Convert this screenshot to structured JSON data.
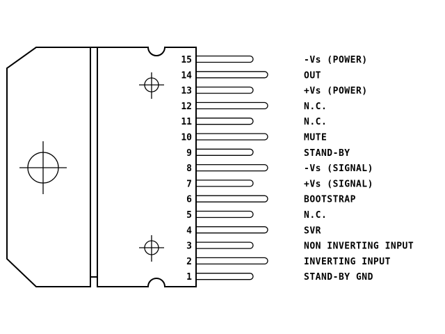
{
  "pins": [
    {
      "number": "15",
      "name": "-Vs (POWER)",
      "lead": "short"
    },
    {
      "number": "14",
      "name": "OUT",
      "lead": "long"
    },
    {
      "number": "13",
      "name": "+Vs (POWER)",
      "lead": "short"
    },
    {
      "number": "12",
      "name": "N.C.",
      "lead": "long"
    },
    {
      "number": "11",
      "name": "N.C.",
      "lead": "short"
    },
    {
      "number": "10",
      "name": "MUTE",
      "lead": "long"
    },
    {
      "number": "9",
      "name": "STAND-BY",
      "lead": "short"
    },
    {
      "number": "8",
      "name": "-Vs (SIGNAL)",
      "lead": "long"
    },
    {
      "number": "7",
      "name": "+Vs (SIGNAL)",
      "lead": "short"
    },
    {
      "number": "6",
      "name": "BOOTSTRAP",
      "lead": "long"
    },
    {
      "number": "5",
      "name": "N.C.",
      "lead": "short"
    },
    {
      "number": "4",
      "name": "SVR",
      "lead": "long"
    },
    {
      "number": "3",
      "name": "NON INVERTING INPUT",
      "lead": "short"
    },
    {
      "number": "2",
      "name": "INVERTING INPUT",
      "lead": "long"
    },
    {
      "number": "1",
      "name": "STAND-BY GND",
      "lead": "short"
    }
  ]
}
